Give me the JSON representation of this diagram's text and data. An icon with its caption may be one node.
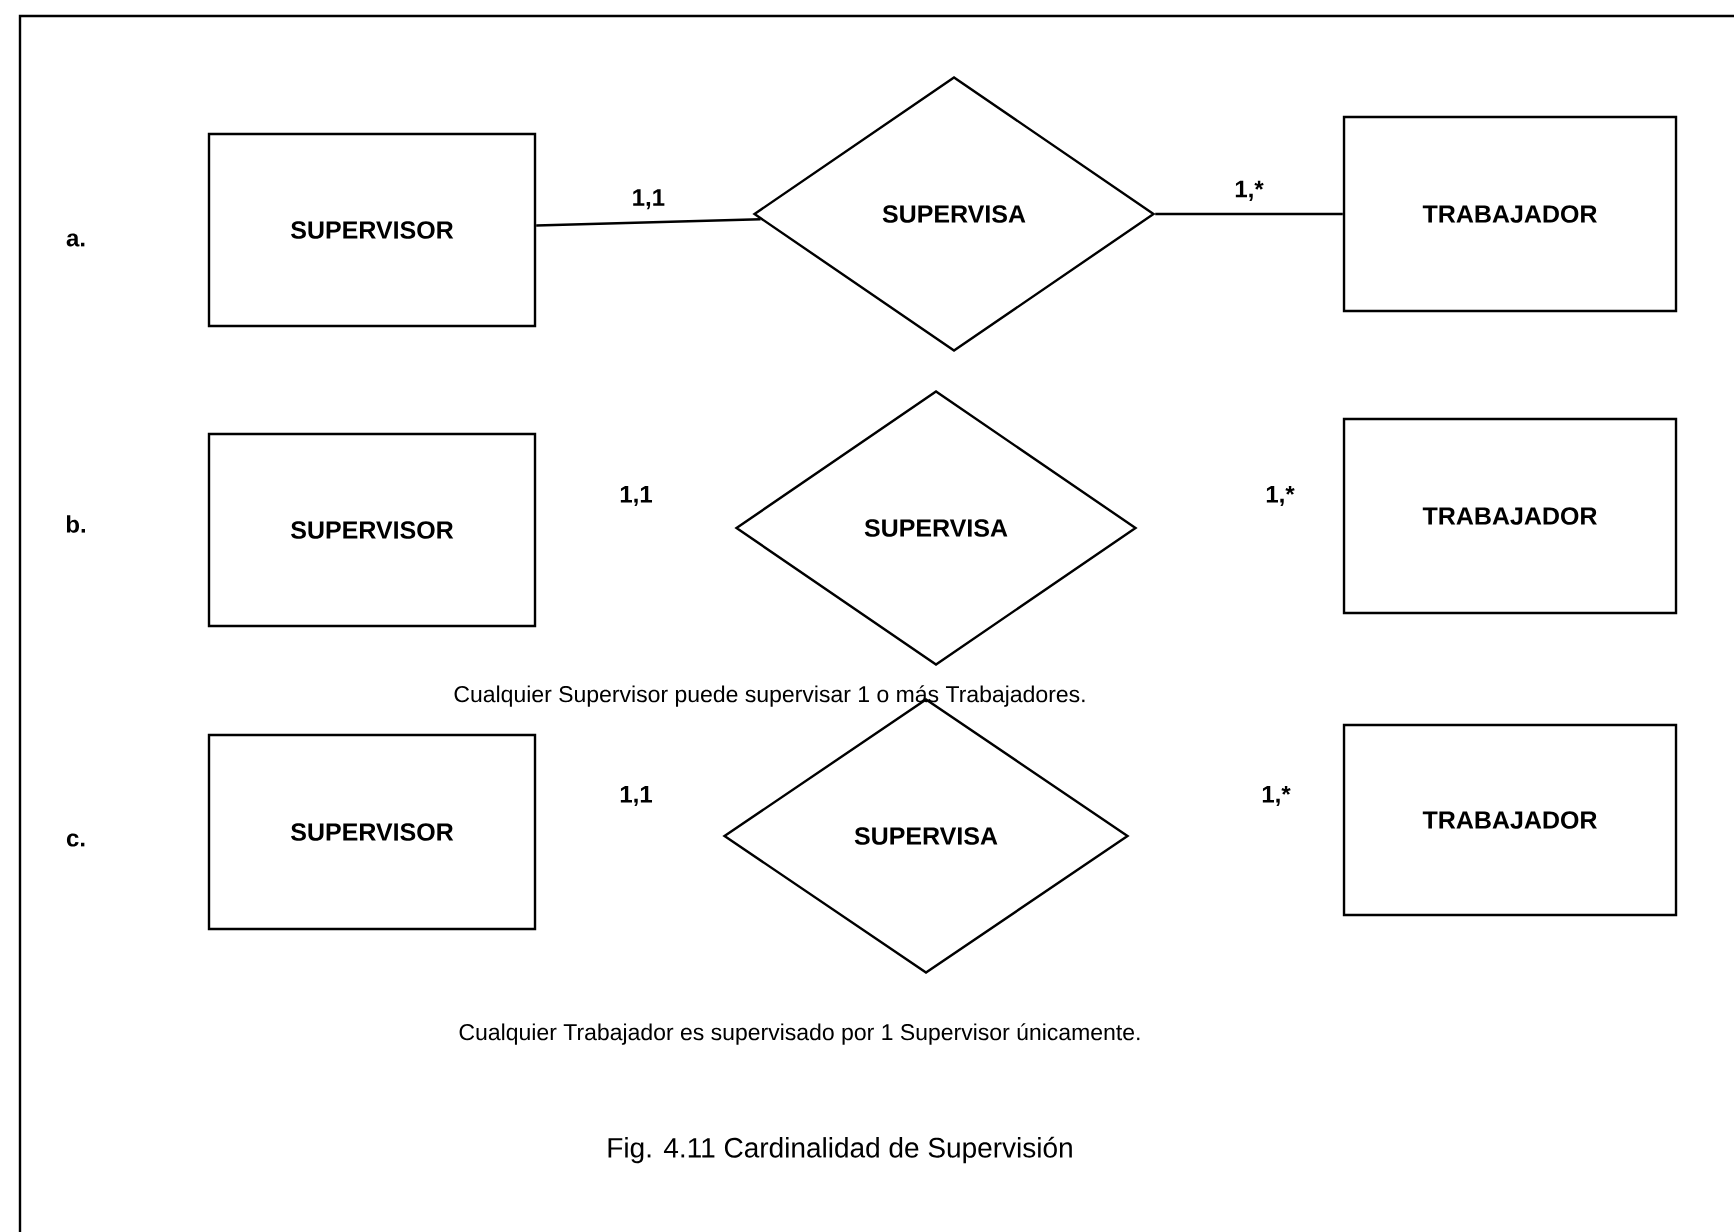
{
  "diagram": {
    "caption": "Fig. 4.11 Cardinalidad de Supervisión",
    "nodes": [
      {
        "text": [
          "SUPERVISOR"
        ]
      },
      {
        "text": [
          "SUPERVISA"
        ]
      },
      {
        "text": [
          "TRABAJADOR"
        ]
      },
      {
        "text": [
          "SUPERVISOR"
        ]
      },
      {
        "text": [
          "SUPERVISA"
        ]
      },
      {
        "text": [
          "TRABAJADOR"
        ]
      },
      {
        "text": [
          "SUPERVISOR"
        ]
      },
      {
        "text": [
          "SUPERVISA"
        ]
      },
      {
        "text": [
          "TRABAJADOR"
        ]
      }
    ],
    "edges": [
      {
        "from": 0,
        "to": 1,
        "arrow": "none",
        "label": "1,1"
      },
      {
        "from": 1,
        "to": 2,
        "arrow": "none",
        "label": "1,*"
      }
    ],
    "labels": [
      "a.",
      "b.",
      "1,1",
      "1,*",
      "Cualquier Supervisor puede supervisar  1 o más Trabajadores.",
      "c.",
      "1,1",
      "1,*",
      "Cualquier Trabajador es supervisado por 1 Supervisor únicamente."
    ]
  }
}
